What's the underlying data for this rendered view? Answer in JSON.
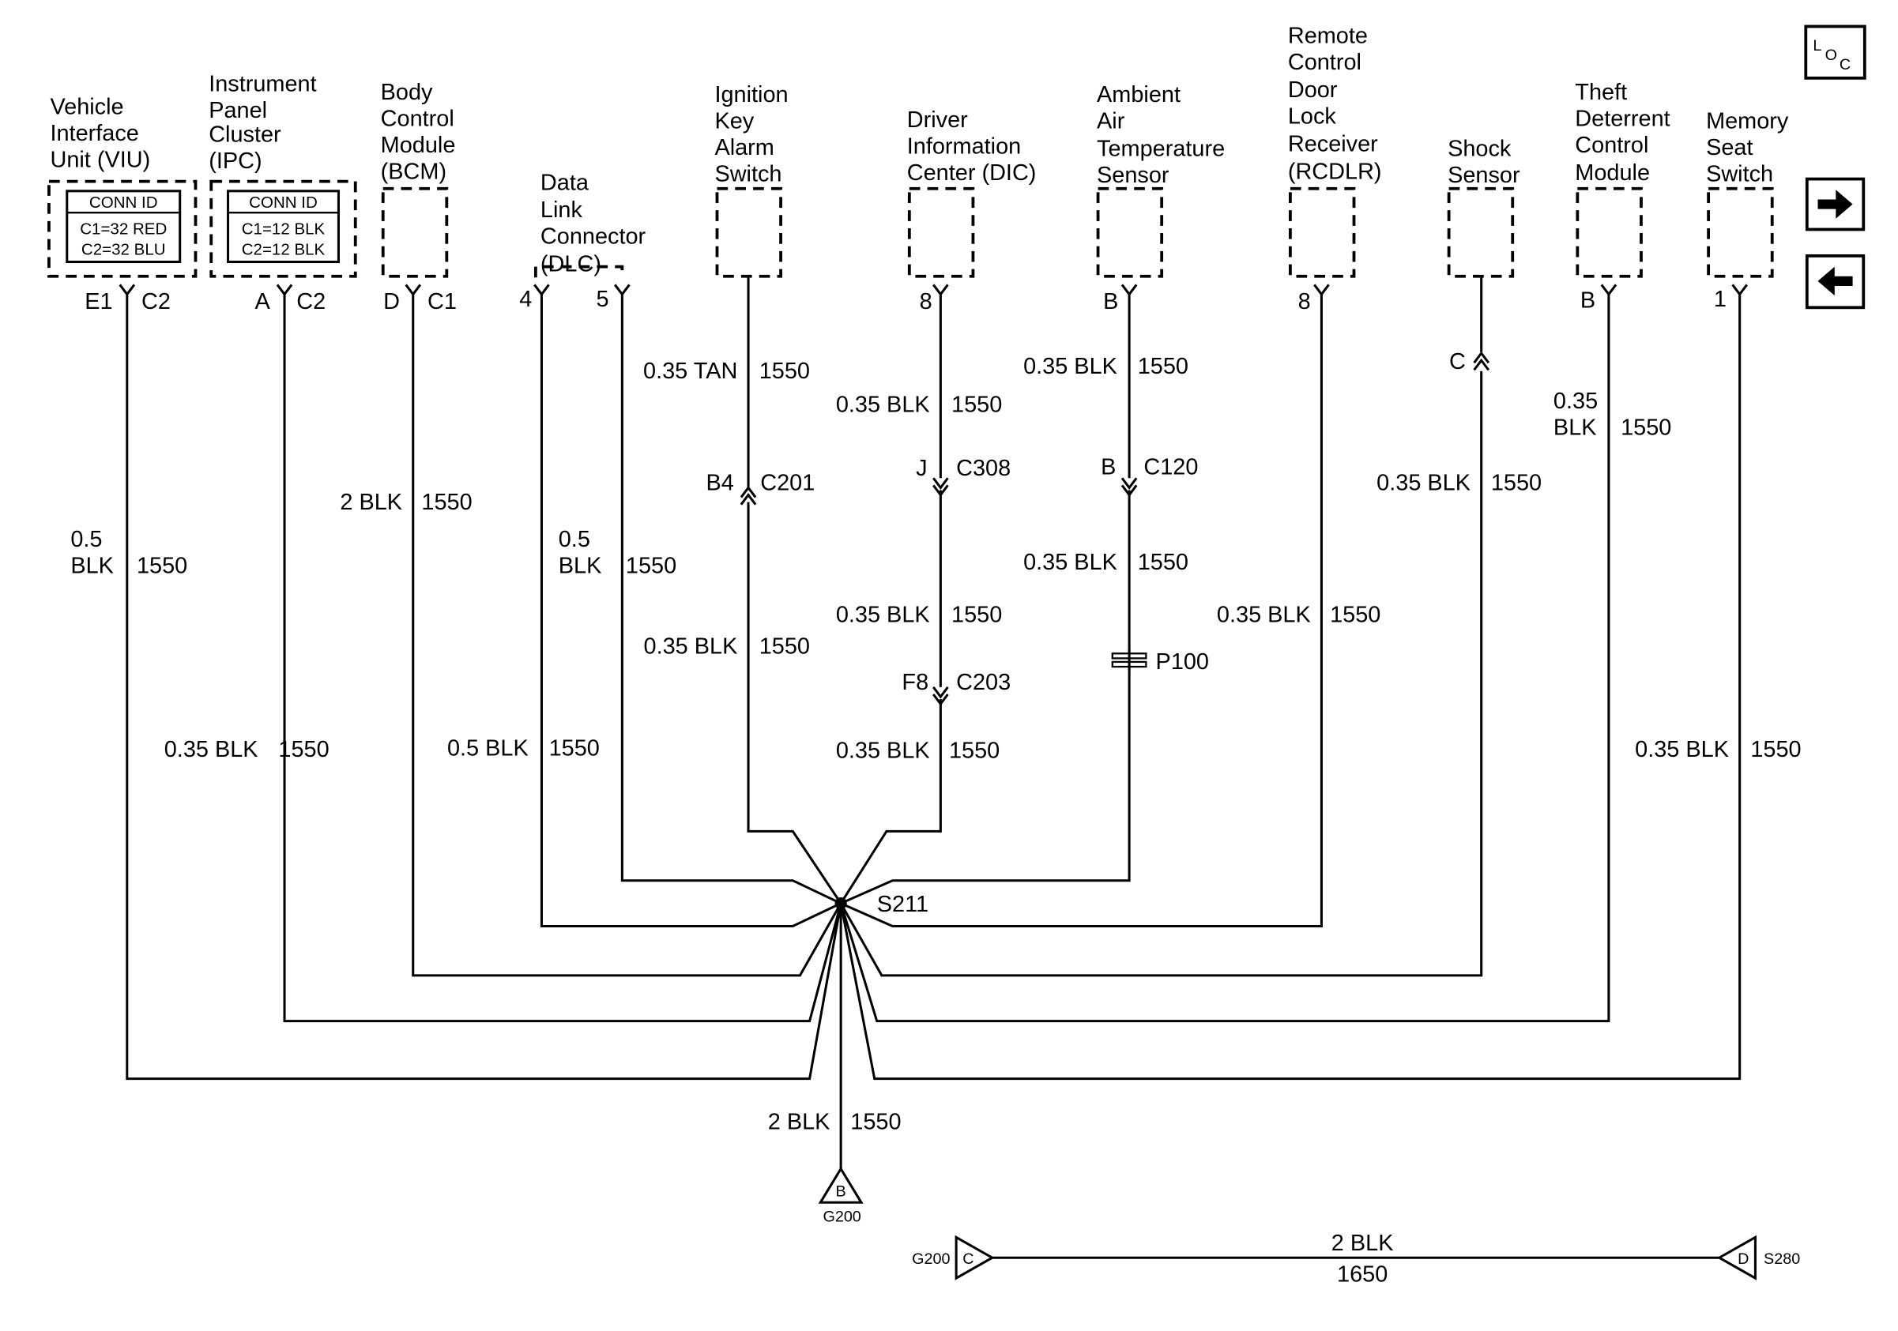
{
  "components": {
    "viu": {
      "name": [
        "Vehicle",
        "Interface",
        "Unit (VIU)"
      ],
      "conn_id_title": "CONN ID",
      "conn_ids": [
        "C1=32 RED",
        "C2=32 BLU"
      ],
      "pin_left": "E1",
      "pin_right": "C2"
    },
    "ipc": {
      "name": [
        "Instrument",
        "Panel",
        "Cluster",
        "(IPC)"
      ],
      "conn_id_title": "CONN ID",
      "conn_ids": [
        "C1=12 BLK",
        "C2=12 BLK"
      ],
      "pin_left": "A",
      "pin_right": "C2"
    },
    "bcm": {
      "name": [
        "Body",
        "Control",
        "Module",
        "(BCM)"
      ],
      "pin_left": "D",
      "pin_right": "C1"
    },
    "dlc": {
      "name": [
        "Data",
        "Link",
        "Connector",
        "(DLC)"
      ],
      "pin_a": "4",
      "pin_b": "5"
    },
    "ignition": {
      "name": [
        "Ignition",
        "Key",
        "Alarm",
        "Switch"
      ]
    },
    "dic": {
      "name": [
        "Driver",
        "Information",
        "Center (DIC)"
      ],
      "pin": "8"
    },
    "ambient": {
      "name": [
        "Ambient",
        "Air",
        "Temperature",
        "Sensor"
      ],
      "pin": "B"
    },
    "rcdlr": {
      "name": [
        "Remote",
        "Control",
        "Door",
        "Lock",
        "Receiver",
        "(RCDLR)"
      ],
      "pin": "8"
    },
    "shock": {
      "name": [
        "Shock",
        "Sensor"
      ],
      "pin": "C"
    },
    "theft": {
      "name": [
        "Theft",
        "Deterrent",
        "Control",
        "Module"
      ],
      "pin": "B"
    },
    "memory": {
      "name": [
        "Memory",
        "Seat",
        "Switch"
      ],
      "pin": "1"
    }
  },
  "wires": {
    "viu": {
      "size": [
        "0.5",
        "BLK"
      ],
      "circuit": "1550"
    },
    "ipc": {
      "size": "0.35 BLK",
      "circuit": "1550"
    },
    "bcm": {
      "size": "2 BLK",
      "circuit": "1550"
    },
    "dlc4": {
      "size": "0.5 BLK",
      "circuit": "1550"
    },
    "dlc5": {
      "size": [
        "0.5",
        "BLK"
      ],
      "circuit": "1550"
    },
    "ign_top": {
      "size": "0.35 TAN",
      "circuit": "1550"
    },
    "ign_bot": {
      "size": "0.35 BLK",
      "circuit": "1550"
    },
    "dic_1": {
      "size": "0.35 BLK",
      "circuit": "1550"
    },
    "dic_2": {
      "size": "0.35 BLK",
      "circuit": "1550"
    },
    "dic_3": {
      "size": "0.35 BLK",
      "circuit": "1550"
    },
    "amb_1": {
      "size": "0.35 BLK",
      "circuit": "1550"
    },
    "amb_2": {
      "size": "0.35 BLK",
      "circuit": "1550"
    },
    "rcdlr": {
      "size": "0.35 BLK",
      "circuit": "1550"
    },
    "shock": {
      "size": "0.35 BLK",
      "circuit": "1550"
    },
    "theft": {
      "size": [
        "0.35",
        "BLK"
      ],
      "circuit": "1550"
    },
    "memory": {
      "size": "0.35 BLK",
      "circuit": "1550"
    },
    "ground": {
      "size": "2 BLK",
      "circuit": "1550"
    },
    "g200_s280": {
      "size": "2 BLK",
      "circuit": "1650"
    }
  },
  "connectors": {
    "c201": {
      "pin": "B4",
      "name": "C201"
    },
    "c308": {
      "pin": "J",
      "name": "C308"
    },
    "c203": {
      "pin": "F8",
      "name": "C203"
    },
    "c120": {
      "pin": "B",
      "name": "C120"
    },
    "p100": {
      "name": "P100"
    }
  },
  "splice": {
    "name": "S211"
  },
  "ground": {
    "name": "G200",
    "pin": "B"
  },
  "bottom_link": {
    "left": "G200",
    "left_pin": "C",
    "right": "S280",
    "right_pin": "D"
  },
  "loc_button": {
    "l": "L",
    "o": "O",
    "c": "C"
  },
  "nav": {
    "next_icon": "arrow-right-icon",
    "prev_icon": "arrow-left-icon"
  }
}
